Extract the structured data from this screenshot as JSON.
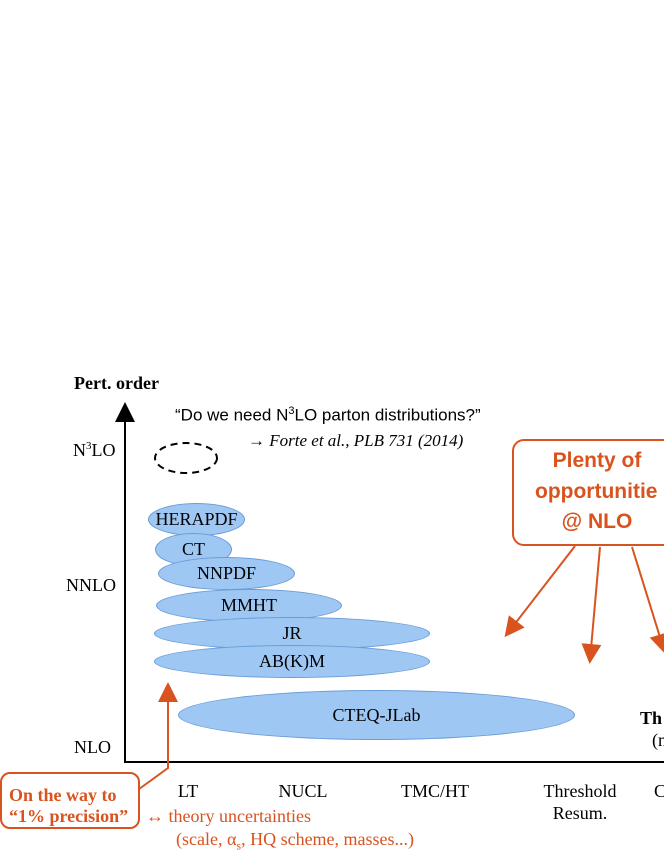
{
  "axes": {
    "y_title": "Pert. order",
    "y_ticks": [
      {
        "pre": "N",
        "sup": "3",
        "post": "LO"
      },
      {
        "pre": "NNLO",
        "sup": "",
        "post": ""
      },
      {
        "pre": "NLO",
        "sup": "",
        "post": ""
      }
    ],
    "x_ticks": [
      {
        "line1": "LT",
        "line2": ""
      },
      {
        "line1": "NUCL",
        "line2": ""
      },
      {
        "line1": "TMC/HT",
        "line2": ""
      },
      {
        "line1": "Threshold",
        "line2": "Resum."
      },
      {
        "line1": "C",
        "line2": ""
      }
    ]
  },
  "quote": {
    "line1_pre": "“Do we need N",
    "line1_sup": "3",
    "line1_post": "LO parton distributions?”",
    "line2": "→ Forte et al., PLB 731 (2014)"
  },
  "groups": [
    {
      "label": "HERAPDF"
    },
    {
      "label": "CT"
    },
    {
      "label": "NNPDF"
    },
    {
      "label": "MMHT"
    },
    {
      "label": "JR"
    },
    {
      "label": "AB(K)M"
    },
    {
      "label": "CTEQ-JLab"
    }
  ],
  "callout_right": {
    "line1": "Plenty of",
    "line2": "opportunitie",
    "line3": "@ NLO"
  },
  "callout_left": {
    "line1": "On the way to",
    "line2": "“1% precision”"
  },
  "uncertainty": {
    "arrow": "↔",
    "line1": "theory uncertainties",
    "line2_pre": "(scale, α",
    "line2_sub": "s",
    "line2_post": ", HQ scheme, masses...)"
  },
  "right_cut": {
    "line1": "Th",
    "line2": "(n"
  },
  "colors": {
    "ellipse_fill": "#9ec7f3",
    "accent": "#d9531e"
  }
}
